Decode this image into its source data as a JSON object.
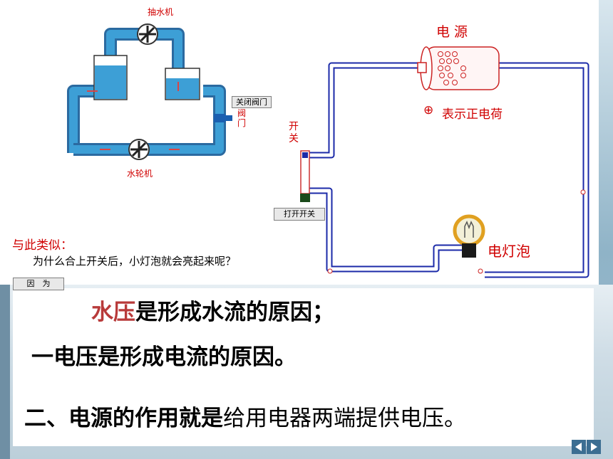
{
  "water_diagram": {
    "pump_label": "抽水机",
    "turbine_label": "水轮机",
    "valve_label": "阀门",
    "close_valve_button": "关闭阀门"
  },
  "circuit_diagram": {
    "source_label": "电 源",
    "charge_legend_symbol": "⊕",
    "charge_legend_text": "表示正电荷",
    "switch_label": "开关",
    "bulb_label": "电灯泡",
    "open_switch_button": "打开开关"
  },
  "question": {
    "heading": "与此类似：",
    "text": "为什么合上开关后，小灯泡就会亮起来呢？",
    "because_button": "因　为"
  },
  "statements": {
    "line1_highlight": "水压",
    "line1_rest": "是形成水流的原因；",
    "line2": "一电压是形成电流的原因。",
    "line3_bold": "二、电源的作用就是",
    "line3_rest": "给用电器两端提供电压。"
  },
  "colors": {
    "water": "#3d9fd6",
    "wire": "#1b2aa8",
    "label_red": "#d00000",
    "highlight_red": "#b83a3a",
    "nav": "#3c6e92"
  },
  "icons": [
    "pump-icon",
    "turbine-icon",
    "valve-icon",
    "battery-icon",
    "bulb-icon",
    "arrow-left-icon",
    "arrow-right-icon"
  ]
}
